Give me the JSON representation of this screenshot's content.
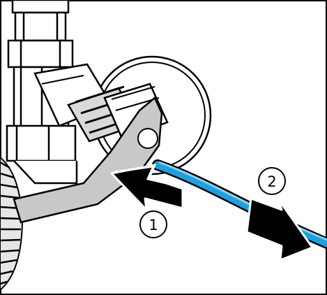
{
  "callouts": [
    {
      "label": "1",
      "meaning": "push-collet-in"
    },
    {
      "label": "2",
      "meaning": "pull-tube-out"
    }
  ],
  "colors": {
    "tube": "#1ea0dc",
    "tube_highlight": "#7fd3f7",
    "outline": "#000000",
    "background": "#ffffff",
    "metal_shade": "#d9d9d9",
    "wrench": "#c8c8c8"
  },
  "icons": [
    "push-arrow-icon",
    "pull-arrow-icon"
  ]
}
